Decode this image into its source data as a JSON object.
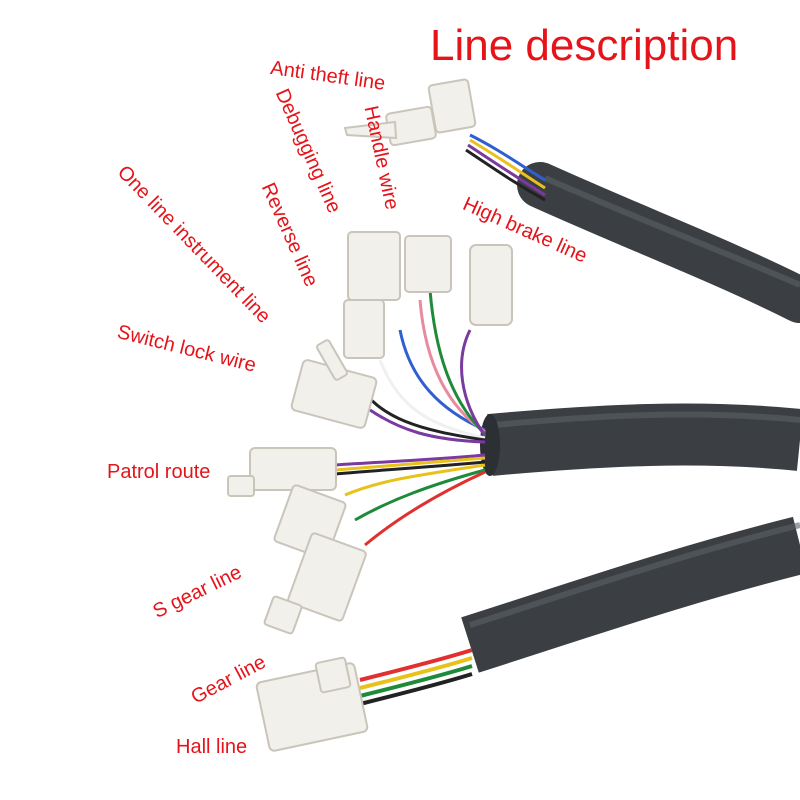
{
  "title": "Line description",
  "labels": {
    "anti_theft": "Anti theft line",
    "debugging": "Debugging line",
    "handle": "Handle wire",
    "high_brake": "High brake line",
    "one_line_instrument": "One line instrument line",
    "reverse": "Reverse line",
    "switch_lock": "Switch lock wire",
    "patrol_route": "Patrol route",
    "s_gear": "S gear line",
    "gear": "Gear line",
    "hall": "Hall line"
  },
  "colors": {
    "label": "#e4141a",
    "cable": "#3b3f43",
    "connector": "#f2f0ea",
    "wires": [
      "#7a3aa0",
      "#e8c21a",
      "#1f8a3a",
      "#2f5fd0",
      "#e03030",
      "#e98aa0",
      "#f0f0f0",
      "#222222"
    ]
  }
}
